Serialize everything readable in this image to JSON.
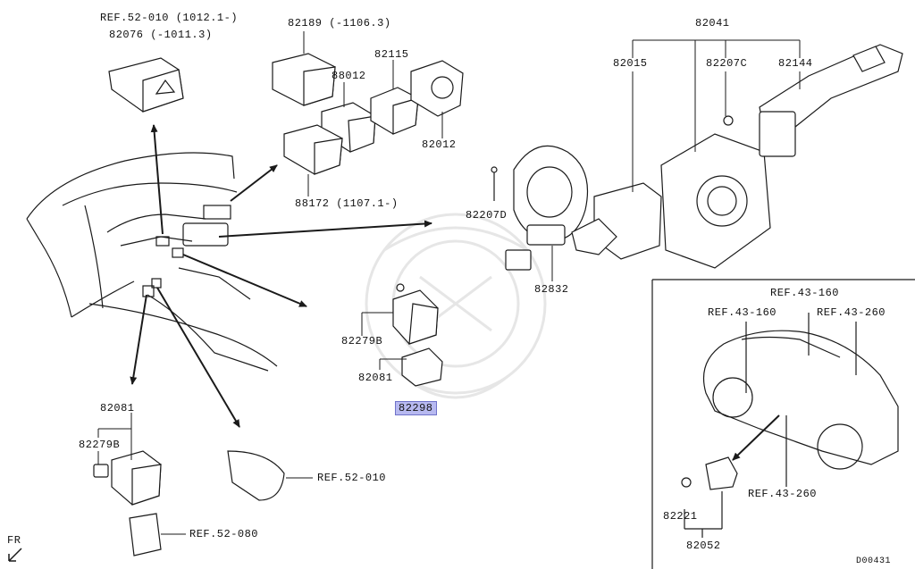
{
  "colors": {
    "highlight": "#b7b9f0",
    "line": "#1a1a1a",
    "watermark": "#e6e6e6"
  },
  "labels": {
    "ref_52_010_top": "REF.52-010 (1012.1-)",
    "p82076": "82076 (-1011.3)",
    "p82189": "82189 (-1106.3)",
    "p88012": "88012",
    "p82115": "82115",
    "p82012": "82012",
    "p88172": "88172 (1107.1-)",
    "p82041": "82041",
    "p82015": "82015",
    "p82207c": "82207C",
    "p82144": "82144",
    "p82207d": "82207D",
    "p82832": "82832",
    "p82279b_mid": "82279B",
    "p82081_mid": "82081",
    "p82298": "82298",
    "p82081_low": "82081",
    "p82279b_low": "82279B",
    "ref_52_010_low": "REF.52-010",
    "ref_52_080": "REF.52-080",
    "fr": "FR",
    "ref_43_160_a": "REF.43-160",
    "ref_43_160_b": "REF.43-160",
    "ref_43_260_a": "REF.43-260",
    "ref_43_260_b": "REF.43-260",
    "p82221": "82221",
    "p82052": "82052",
    "diagram_code": "D00431"
  }
}
